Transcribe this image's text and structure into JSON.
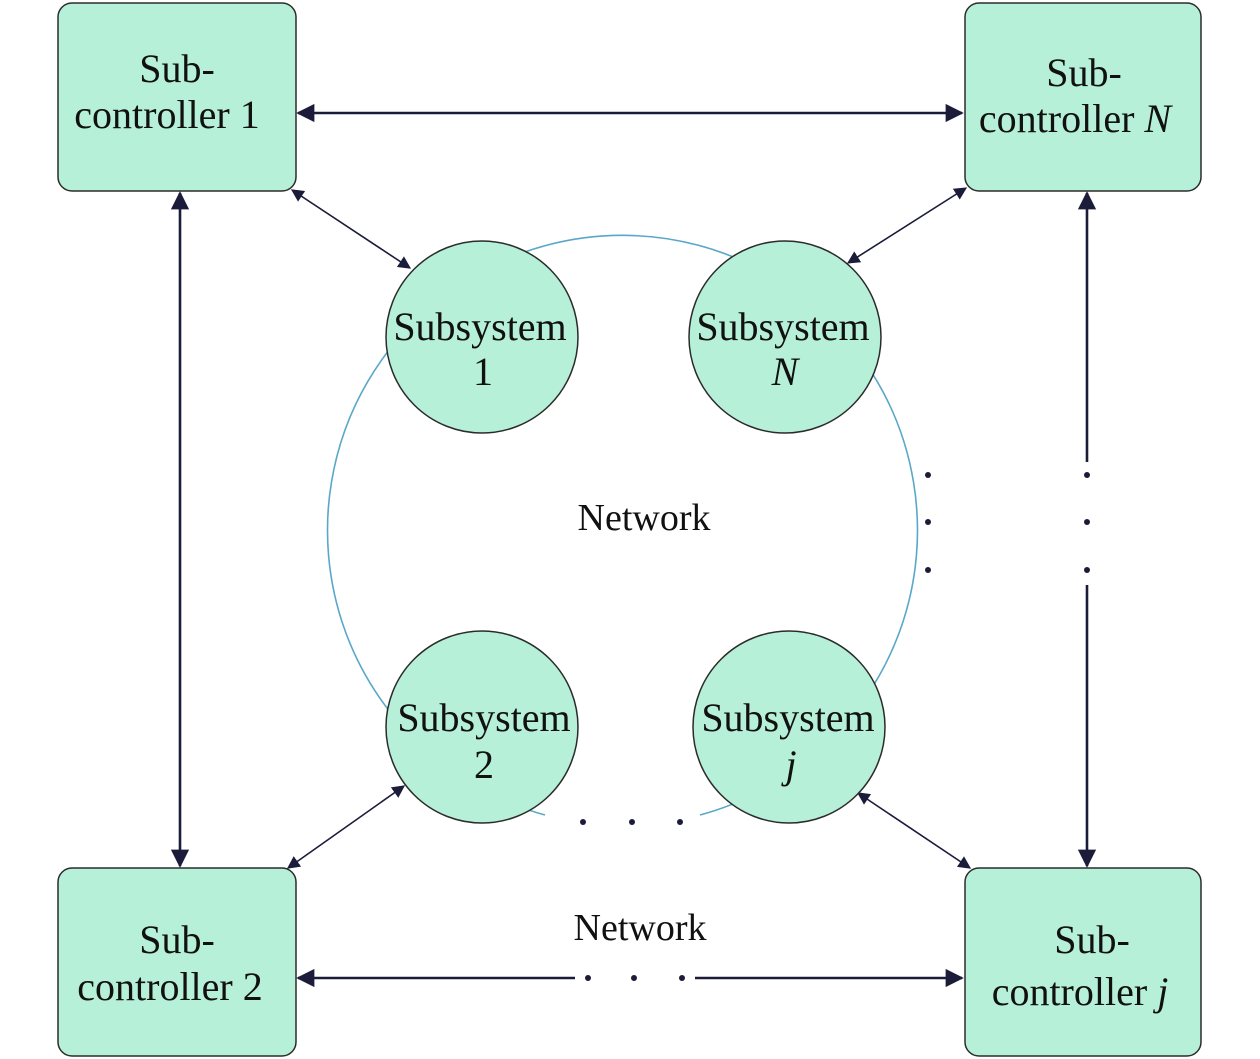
{
  "controllers": {
    "c1": {
      "line1": "Sub-",
      "line2": "controller 1",
      "italic": ""
    },
    "cN": {
      "line1": "Sub-",
      "line2": "controller ",
      "italic": "N"
    },
    "c2": {
      "line1": "Sub-",
      "line2": "controller 2",
      "italic": ""
    },
    "cj": {
      "line1": "Sub-",
      "line2": "controller ",
      "italic": "j"
    }
  },
  "subsystems": {
    "s1": {
      "line1": "Subsystem",
      "line2": "1"
    },
    "sN": {
      "line1": "Subsystem",
      "line2": "N"
    },
    "s2": {
      "line1": "Subsystem",
      "line2": "2"
    },
    "sj": {
      "line1": "Subsystem",
      "line2": "j"
    }
  },
  "labels": {
    "network_inner": "Network",
    "network_outer": "Network"
  },
  "colors": {
    "node_fill": "#b6f0d9",
    "ring": "#5aa7c9",
    "arrow": "#1b1b3a"
  }
}
